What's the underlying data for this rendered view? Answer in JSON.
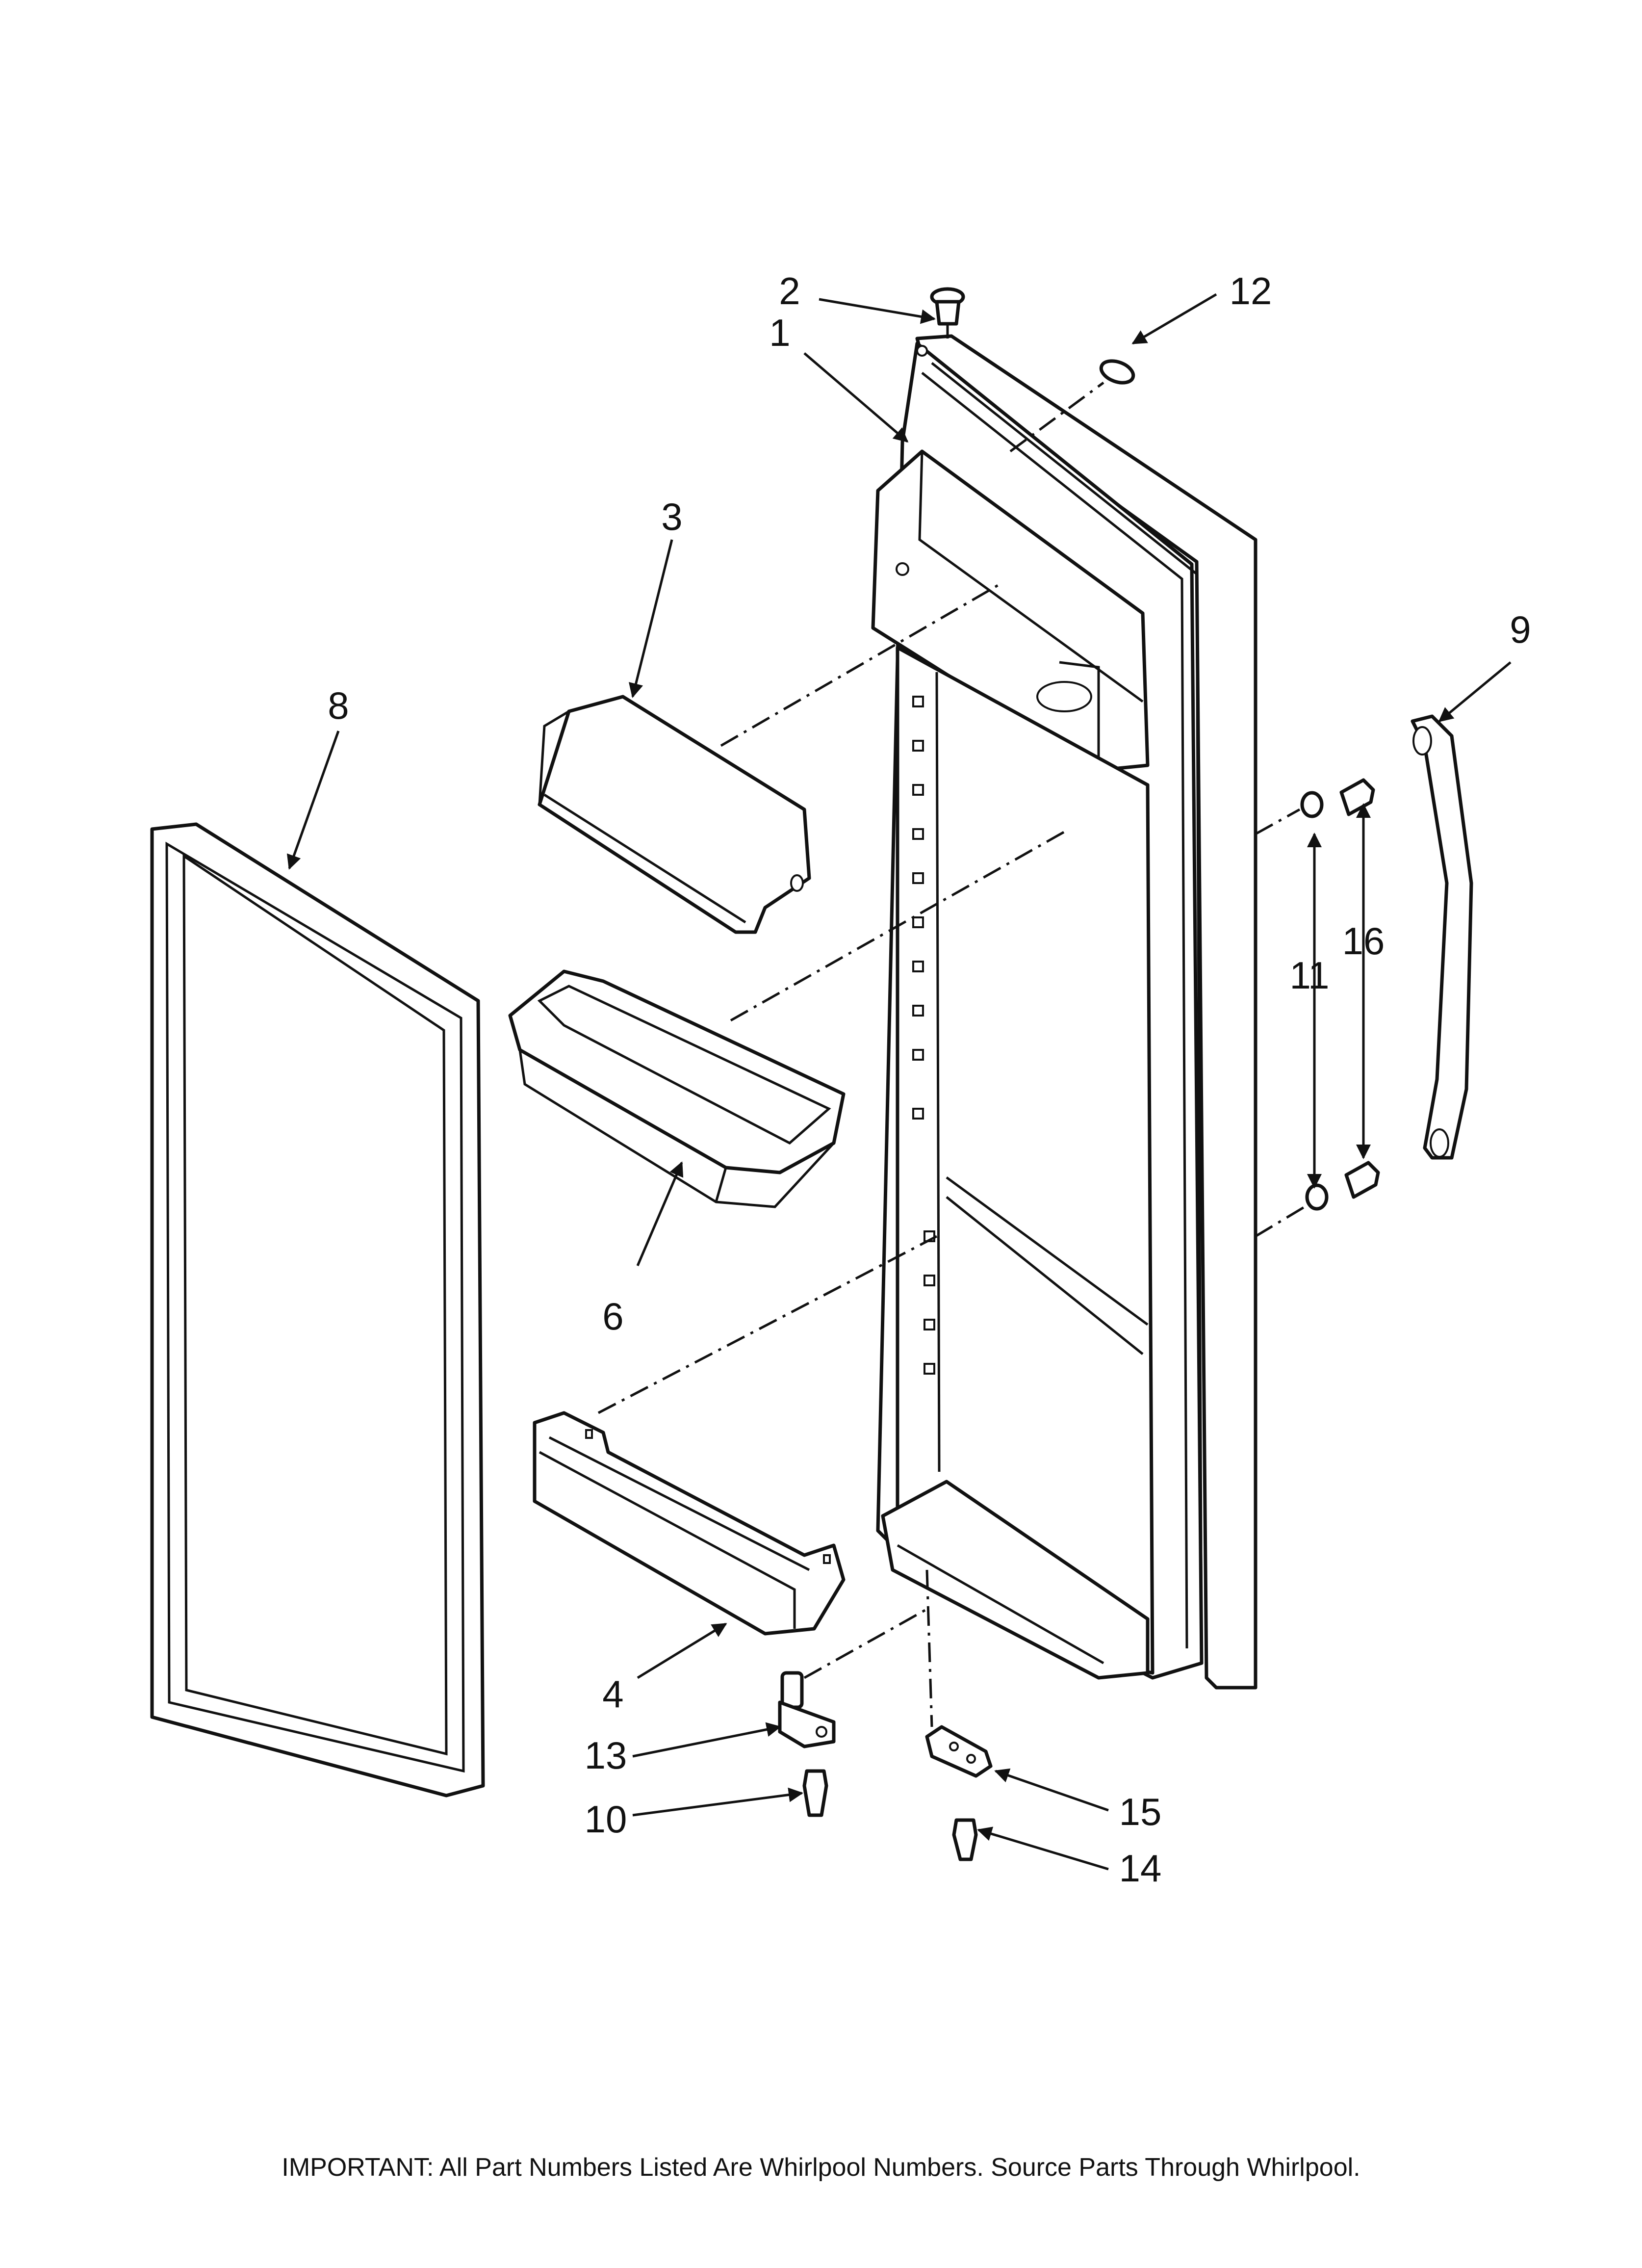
{
  "diagram": {
    "callouts": [
      {
        "id": "1",
        "text": "1"
      },
      {
        "id": "2",
        "text": "2"
      },
      {
        "id": "3",
        "text": "3"
      },
      {
        "id": "4",
        "text": "4"
      },
      {
        "id": "6",
        "text": "6"
      },
      {
        "id": "8",
        "text": "8"
      },
      {
        "id": "9",
        "text": "9"
      },
      {
        "id": "10",
        "text": "10"
      },
      {
        "id": "11",
        "text": "11"
      },
      {
        "id": "12",
        "text": "12"
      },
      {
        "id": "13",
        "text": "13"
      },
      {
        "id": "14",
        "text": "14"
      },
      {
        "id": "15",
        "text": "15"
      },
      {
        "id": "16",
        "text": "16"
      }
    ],
    "footnote": "IMPORTANT: All Part Numbers Listed Are Whirlpool Numbers. Source Parts Through Whirlpool."
  }
}
